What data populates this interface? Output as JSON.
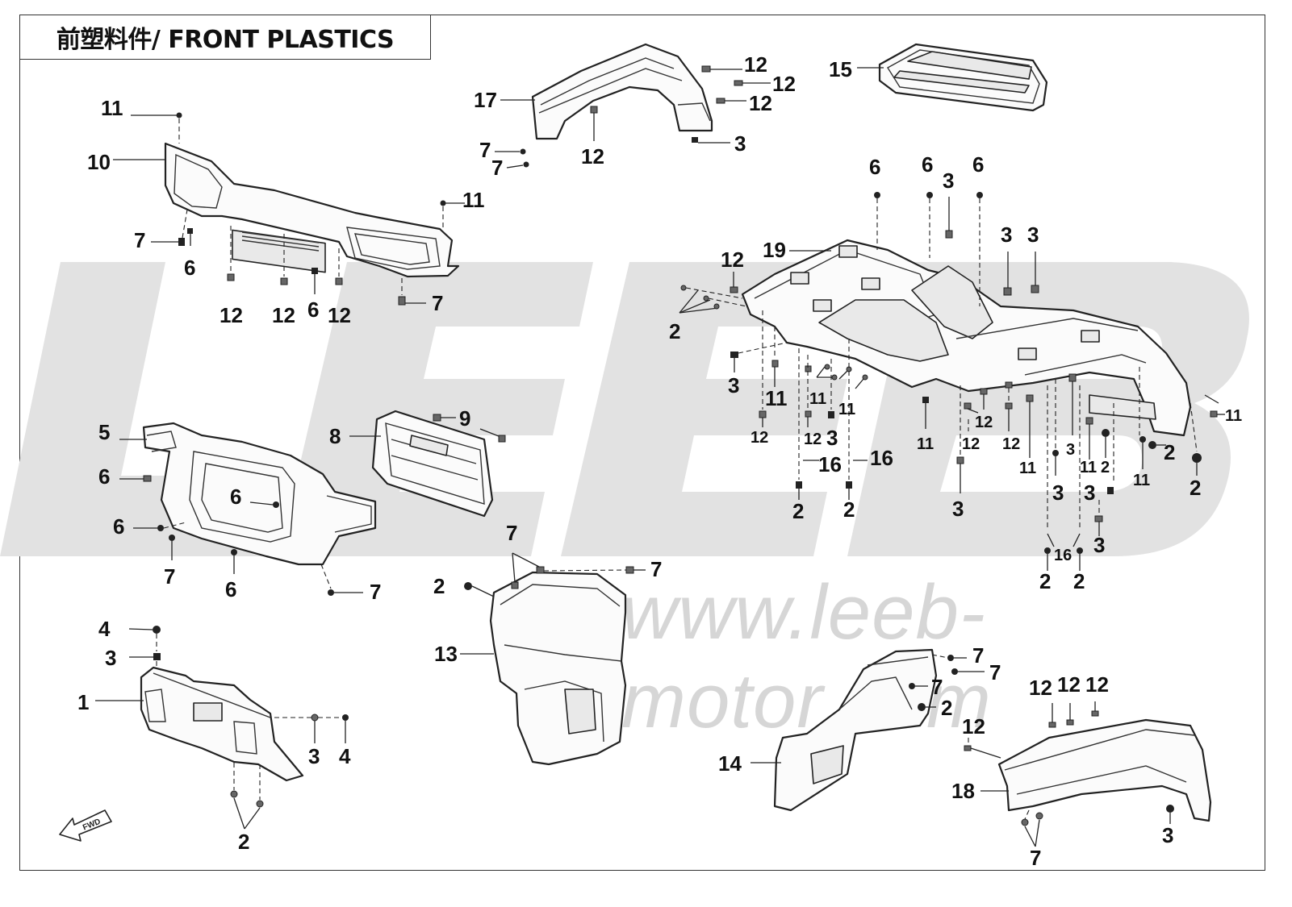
{
  "title": "前塑料件/ FRONT PLASTICS",
  "watermark": {
    "logo": "LEEB",
    "url": "www.leeb-motor.com"
  },
  "fwd_label": "FWD",
  "callouts": [
    {
      "id": "c1",
      "text": "1"
    },
    {
      "id": "c2a",
      "text": "2"
    },
    {
      "id": "c3a",
      "text": "3"
    },
    {
      "id": "c4a",
      "text": "4"
    },
    {
      "id": "c3b",
      "text": "3"
    },
    {
      "id": "c4b",
      "text": "4"
    },
    {
      "id": "c5",
      "text": "5"
    },
    {
      "id": "c6a",
      "text": "6"
    },
    {
      "id": "c6b",
      "text": "6"
    },
    {
      "id": "c6c",
      "text": "6"
    },
    {
      "id": "c6d",
      "text": "6"
    },
    {
      "id": "c7a",
      "text": "7"
    },
    {
      "id": "c7b",
      "text": "7"
    },
    {
      "id": "c8",
      "text": "8"
    },
    {
      "id": "c9",
      "text": "9"
    },
    {
      "id": "c10",
      "text": "10"
    },
    {
      "id": "c11a",
      "text": "11"
    },
    {
      "id": "c11b",
      "text": "11"
    },
    {
      "id": "c7c",
      "text": "7"
    },
    {
      "id": "c6e",
      "text": "6"
    },
    {
      "id": "c12a",
      "text": "12"
    },
    {
      "id": "c12b",
      "text": "12"
    },
    {
      "id": "c6f",
      "text": "6"
    },
    {
      "id": "c12c",
      "text": "12"
    },
    {
      "id": "c7d",
      "text": "7"
    },
    {
      "id": "c17",
      "text": "17"
    },
    {
      "id": "c7e",
      "text": "7"
    },
    {
      "id": "c7f",
      "text": "7"
    },
    {
      "id": "c12d",
      "text": "12"
    },
    {
      "id": "c12e",
      "text": "12"
    },
    {
      "id": "c12f",
      "text": "12"
    },
    {
      "id": "c12g",
      "text": "12"
    },
    {
      "id": "c3c",
      "text": "3"
    },
    {
      "id": "c15",
      "text": "15"
    },
    {
      "id": "c13",
      "text": "13"
    },
    {
      "id": "c2b",
      "text": "2"
    },
    {
      "id": "c7g",
      "text": "7"
    },
    {
      "id": "c7h",
      "text": "7"
    },
    {
      "id": "c14",
      "text": "14"
    },
    {
      "id": "c7i",
      "text": "7"
    },
    {
      "id": "c7j",
      "text": "7"
    },
    {
      "id": "c7k",
      "text": "7"
    },
    {
      "id": "c2c",
      "text": "2"
    },
    {
      "id": "c18",
      "text": "18"
    },
    {
      "id": "c12h",
      "text": "12"
    },
    {
      "id": "c12i",
      "text": "12"
    },
    {
      "id": "c12j",
      "text": "12"
    },
    {
      "id": "c12k",
      "text": "12"
    },
    {
      "id": "c3d",
      "text": "3"
    },
    {
      "id": "c7l",
      "text": "7"
    },
    {
      "id": "c19",
      "text": "19"
    },
    {
      "id": "c12l",
      "text": "12"
    },
    {
      "id": "c2d",
      "text": "2"
    },
    {
      "id": "c6g",
      "text": "6"
    },
    {
      "id": "c6h",
      "text": "6"
    },
    {
      "id": "c6i",
      "text": "6"
    },
    {
      "id": "c3e",
      "text": "3"
    },
    {
      "id": "c3f",
      "text": "3"
    },
    {
      "id": "c3g",
      "text": "3"
    },
    {
      "id": "c3h",
      "text": "3"
    },
    {
      "id": "c11c",
      "text": "11"
    },
    {
      "id": "c12m",
      "text": "12"
    },
    {
      "id": "c11d",
      "text": "11"
    },
    {
      "id": "c11e",
      "text": "11"
    },
    {
      "id": "c12n",
      "text": "12"
    },
    {
      "id": "c3i",
      "text": "3"
    },
    {
      "id": "c16a",
      "text": "16"
    },
    {
      "id": "c16b",
      "text": "16"
    },
    {
      "id": "c2e",
      "text": "2"
    },
    {
      "id": "c2f",
      "text": "2"
    },
    {
      "id": "c11f",
      "text": "11"
    },
    {
      "id": "c12o",
      "text": "12"
    },
    {
      "id": "c12p",
      "text": "12"
    },
    {
      "id": "c12q",
      "text": "12"
    },
    {
      "id": "c3j",
      "text": "3"
    },
    {
      "id": "c11g",
      "text": "11"
    },
    {
      "id": "c3k",
      "text": "3"
    },
    {
      "id": "c3l",
      "text": "3"
    },
    {
      "id": "c11h",
      "text": "11"
    },
    {
      "id": "c2g",
      "text": "2"
    },
    {
      "id": "c3m",
      "text": "3"
    },
    {
      "id": "c11i",
      "text": "11"
    },
    {
      "id": "c2h",
      "text": "2"
    },
    {
      "id": "c2i",
      "text": "2"
    },
    {
      "id": "c11j",
      "text": "11"
    },
    {
      "id": "c16c",
      "text": "16"
    },
    {
      "id": "c2j",
      "text": "2"
    },
    {
      "id": "c2k",
      "text": "2"
    },
    {
      "id": "c3n",
      "text": "3"
    }
  ]
}
